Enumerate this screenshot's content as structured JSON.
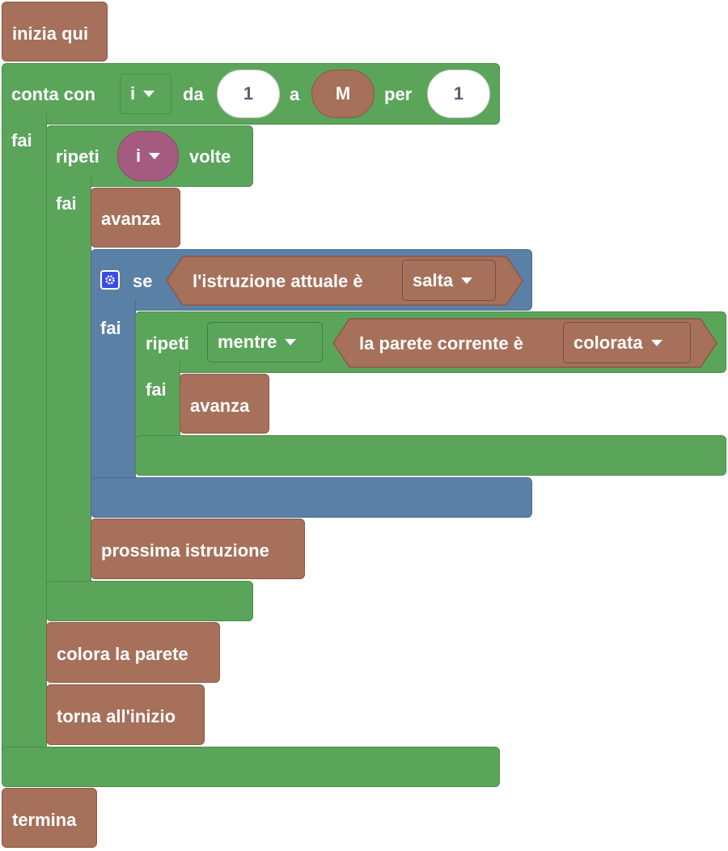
{
  "blocks": {
    "start_label": "inizia qui",
    "loop": {
      "label": "conta con",
      "var": "i",
      "from_label": "da",
      "from": "1",
      "to_label": "a",
      "to": "M",
      "by_label": "per",
      "by": "1",
      "do_label": "fai"
    },
    "repeat": {
      "label": "ripeti",
      "times_var": "i",
      "times_label": "volte",
      "do_label": "fai"
    },
    "forward1": "avanza",
    "if_block": {
      "label": "se",
      "condition": "l'istruzione attuale è",
      "condition_value": "salta",
      "do_label": "fai"
    },
    "while_block": {
      "label": "ripeti",
      "mode": "mentre",
      "condition": "la parete corrente è",
      "condition_value": "colorata",
      "do_label": "fai"
    },
    "forward2": "avanza",
    "next_instruction": "prossima istruzione",
    "color_wall": "colora la parete",
    "return_start": "torna all'inizio",
    "end_label": "termina"
  },
  "colors": {
    "motion": "#a6705a",
    "loop": "#5ba55b",
    "logic": "#5b80a5",
    "variable": "#a55b80"
  },
  "icons": [
    "gear-icon",
    "dropdown-arrow-icon"
  ]
}
